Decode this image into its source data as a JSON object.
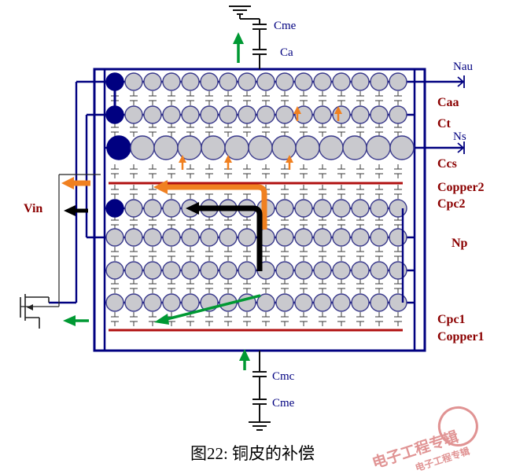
{
  "colors": {
    "navy": "#000080",
    "dark_red": "#8B0000",
    "copper_red": "#b01010",
    "orange": "#F08020",
    "green": "#009933",
    "turn_fill": "#c9c9ce",
    "turn_stroke": "#3a3a8c",
    "watermark_red": "#c83c3c"
  },
  "labels": {
    "left": {
      "vin": "Vin"
    },
    "right": {
      "nau": "Nau",
      "caa": "Caa",
      "ct": "Ct",
      "ns": "Ns",
      "ccs": "Ccs",
      "copper2": "Copper2",
      "cpc2": "Cpc2",
      "np": "Np",
      "cpc1": "Cpc1",
      "copper1": "Copper1"
    },
    "top": {
      "cme": "Cme",
      "ca": "Ca"
    },
    "bottom": {
      "cmc": "Cmc",
      "cme": "Cme"
    }
  },
  "caption": "图22: 铜皮的补偿",
  "watermark": {
    "line1": "电子工程专辑",
    "line2": "电子工程专辑"
  },
  "diagram": {
    "winding_rows": [
      {
        "name": "winding-row-nau-1",
        "turns": 16,
        "first_turn_dark": true
      },
      {
        "name": "winding-row-nau-2",
        "turns": 16,
        "first_turn_dark": true
      },
      {
        "name": "winding-row-ns",
        "turns": 13,
        "first_turn_dark": true
      },
      {
        "name": "winding-row-np-1",
        "turns": 16,
        "first_turn_dark": true
      },
      {
        "name": "winding-row-np-2",
        "turns": 16,
        "first_turn_dark": false
      },
      {
        "name": "winding-row-np-3",
        "turns": 16,
        "first_turn_dark": false
      },
      {
        "name": "winding-row-np-4",
        "turns": 16,
        "first_turn_dark": false
      }
    ]
  }
}
